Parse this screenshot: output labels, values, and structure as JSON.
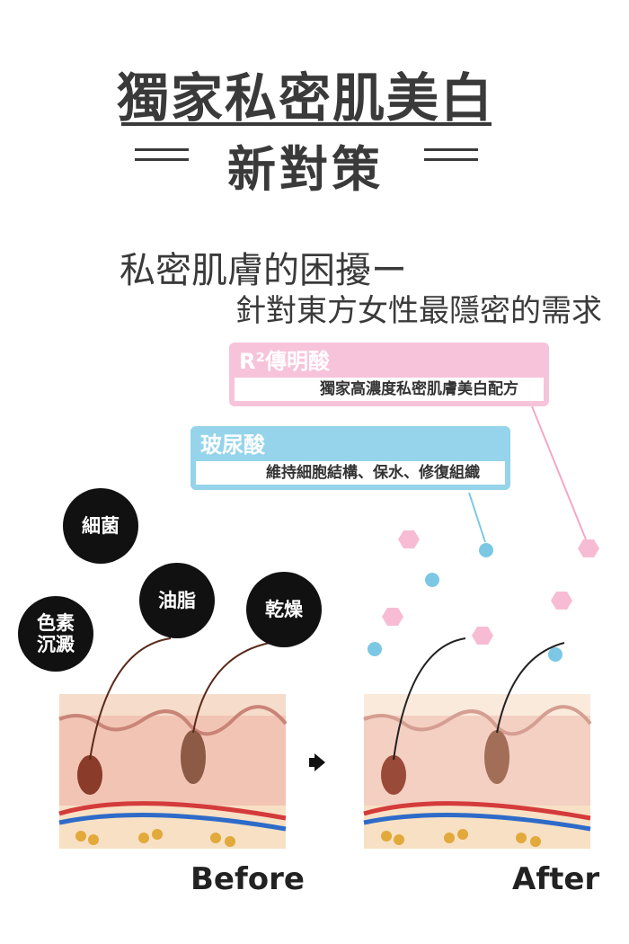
{
  "header": {
    "title": "獨家私密肌美白",
    "subtitle": "新對策"
  },
  "intro": {
    "line1": "私密肌膚的困擾ー",
    "line2": "針對東方女性最隱密的需求"
  },
  "ingredients": [
    {
      "name": "R²傳明酸",
      "description": "獨家高濃度私密肌膚美白配方",
      "color": "#f7c3da"
    },
    {
      "name": "玻尿酸",
      "description": "維持細胞結構、保水、修復組織",
      "color": "#95d4ea"
    }
  ],
  "problems": [
    "細菌",
    "油脂",
    "乾燥",
    "色素沉澱"
  ],
  "comparison": {
    "before_label": "Before",
    "after_label": "After"
  }
}
